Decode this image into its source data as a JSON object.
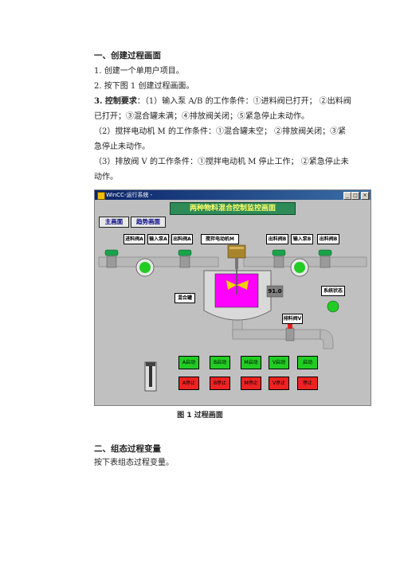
{
  "doc": {
    "section1_title": "一、创建过程画面",
    "step1": "1. 创建一个单用户项目。",
    "step2": "2. 按下图 1 创建过程画面。",
    "step3_line1_label": "3. 控制要求",
    "step3_line1_rest": "：（1）输入泵 A/B 的工作条件：①进料阀已打开；  ②出料阀",
    "step3_line2": "已打开；③混合罐未满；④排放阀关闭；⑤紧急停止未动作。",
    "step3_line3": "（2）搅拌电动机 M 的工作条件：①混合罐未空；  ②排放阀关闭；③紧",
    "step3_line4": "急停止未动作。",
    "step3_line5": "（3）排放阀 V 的工作条件：①搅拌电动机 M 停止工作；  ②紧急停止未",
    "step3_line6": "动作。",
    "figure_caption": "图 1    过程画面",
    "section2_title": "二、组态过程变量",
    "section2_text": "按下表组态过程变量。"
  },
  "window": {
    "title": "WinCC-运行系统 - ",
    "banner": "两种物料混合控制监控画面",
    "nav": [
      "主画面",
      "趋势画面"
    ],
    "tags_left": [
      "进料阀A",
      "输入泵A",
      "出料阀A"
    ],
    "tag_motor": "搅拌电动机M",
    "tags_right": [
      "出料阀B",
      "输入泵B",
      "出料阀B"
    ],
    "tag_tank": "混合罐",
    "tank_value": "91.0",
    "tag_status": "系统状态",
    "tag_drain": "排料阀V",
    "start_buttons": [
      "A启动",
      "B启动",
      "M启动",
      "V启动",
      "启动"
    ],
    "stop_buttons": [
      "A停止",
      "B停止",
      "M停止",
      "V停止",
      "停止"
    ],
    "colors": {
      "pipe": "#b8b8b8",
      "valve": "#19a34a",
      "pump": "#22cc22",
      "tank_fluid": "#ff00ff",
      "start": "#22cc22",
      "stop": "#ee2222"
    }
  }
}
